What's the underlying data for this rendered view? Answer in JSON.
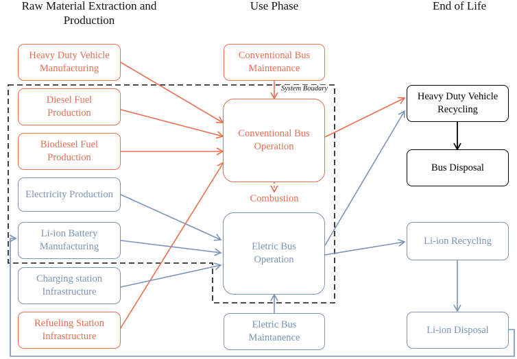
{
  "headers": {
    "raw_material": "Raw Material Extraction and Production",
    "use_phase": "Use Phase",
    "end_of_life": "End of Life"
  },
  "nodes": {
    "heavy_duty_vehicle_manufacturing": "Heavy Duty Vehicle Manufacturing",
    "diesel_fuel_production": "Diesel Fuel Production",
    "biodiesel_fuel_production": "Biodiesel Fuel Production",
    "electricity_production": "Electricity Production",
    "li_ion_battery_manufacturing": "Li-ion Battery Manufacturing",
    "charging_station_infrastructure": "Charging station Infrastructure",
    "refueling_station_infrastructure": "Refueling Station Infrastructure",
    "conventional_bus_maintenance": "Conventional Bus Maintenance",
    "conventional_bus_operation": "Conventional Bus Operation",
    "eletric_bus_operation": "Eletric Bus Operation",
    "eletric_bus_maintanence": "Eletric Bus Maintanence",
    "heavy_duty_vehicle_recycling": "Heavy Duty Vehicle Recycling",
    "bus_disposal": "Bus Disposal",
    "li_ion_recycling": "Li-ion Recycling",
    "li_ion_disposal": "Li-ion Disposal"
  },
  "labels": {
    "combustion": "Combustion",
    "system_boundary": "System Boudary"
  },
  "edges": [
    {
      "from": "Heavy Duty Vehicle Manufacturing",
      "to": "Conventional Bus Operation",
      "color": "orange"
    },
    {
      "from": "Diesel Fuel Production",
      "to": "Conventional Bus Operation",
      "color": "orange"
    },
    {
      "from": "Biodiesel Fuel Production",
      "to": "Conventional Bus Operation",
      "color": "orange"
    },
    {
      "from": "Refueling Station Infrastructure",
      "to": "Conventional Bus Operation",
      "color": "orange"
    },
    {
      "from": "Conventional Bus Maintenance",
      "to": "Conventional Bus Operation",
      "color": "orange"
    },
    {
      "from": "Conventional Bus Operation",
      "to": "Combustion",
      "color": "orange",
      "style": "dotted"
    },
    {
      "from": "Conventional Bus Operation",
      "to": "Heavy Duty Vehicle Recycling",
      "color": "orange"
    },
    {
      "from": "Electricity Production",
      "to": "Eletric Bus Operation",
      "color": "blue"
    },
    {
      "from": "Li-ion Battery Manufacturing",
      "to": "Eletric Bus Operation",
      "color": "blue"
    },
    {
      "from": "Charging station Infrastructure",
      "to": "Eletric Bus Operation",
      "color": "blue"
    },
    {
      "from": "Eletric Bus Maintanence",
      "to": "Eletric Bus Operation",
      "color": "blue"
    },
    {
      "from": "Eletric Bus Operation",
      "to": "Heavy Duty Vehicle Recycling",
      "color": "blue"
    },
    {
      "from": "Eletric Bus Operation",
      "to": "Li-ion Recycling",
      "color": "blue"
    },
    {
      "from": "Heavy Duty Vehicle Recycling",
      "to": "Bus Disposal",
      "color": "black"
    },
    {
      "from": "Li-ion Recycling",
      "to": "Li-ion Disposal",
      "color": "blue"
    },
    {
      "from": "Li-ion Disposal",
      "to": "Li-ion Battery Manufacturing",
      "color": "blue"
    }
  ],
  "colors": {
    "orange": "#ea6e52",
    "blue": "#7a93b8",
    "black": "#000000"
  }
}
